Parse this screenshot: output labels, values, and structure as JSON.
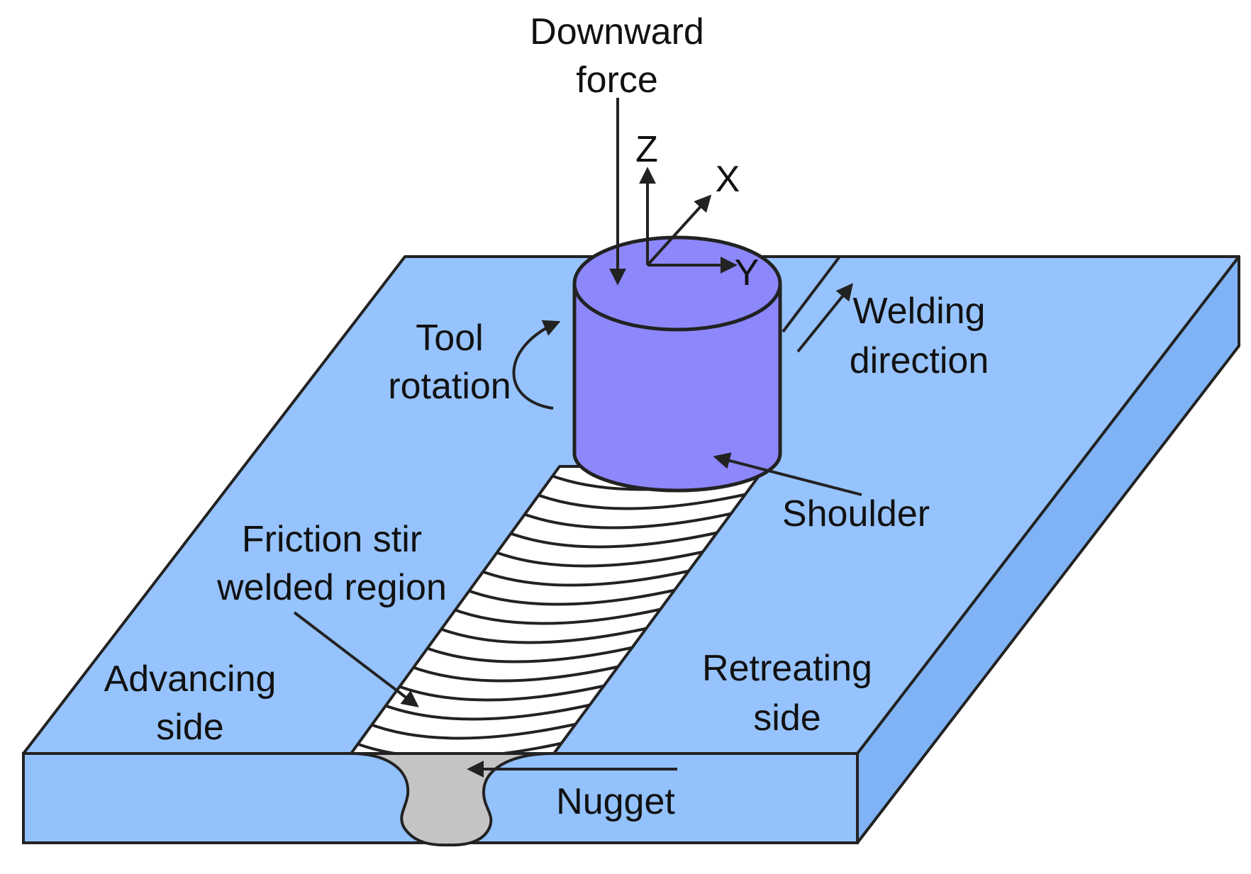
{
  "colors": {
    "plate_top": "#96c3fd",
    "plate_front": "#92c1fc",
    "plate_side": "#7fb3f5",
    "tool": "#8c87fb",
    "weld": "#ffffff",
    "nugget": "#c4c4c4",
    "stroke": "#222222"
  },
  "labels": {
    "downward_force_line1": "Downward",
    "downward_force_line2": "force",
    "axis_z": "Z",
    "axis_x": "X",
    "axis_y": "Y",
    "tool_rotation_line1": "Tool",
    "tool_rotation_line2": "rotation",
    "welding_direction_line1": "Welding",
    "welding_direction_line2": "direction",
    "shoulder": "Shoulder",
    "friction_line1": "Friction stir",
    "friction_line2": "welded region",
    "advancing_line1": "Advancing",
    "advancing_line2": "side",
    "retreating_line1": "Retreating",
    "retreating_line2": "side",
    "nugget": "Nugget"
  }
}
